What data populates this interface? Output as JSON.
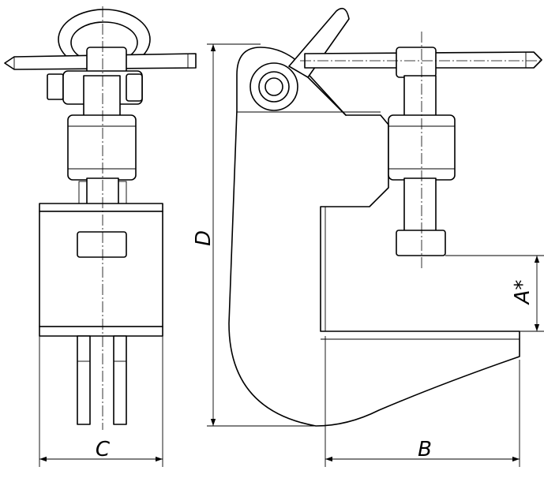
{
  "dimensions": {
    "A": "A*",
    "B": "B",
    "C": "C",
    "D": "D"
  }
}
